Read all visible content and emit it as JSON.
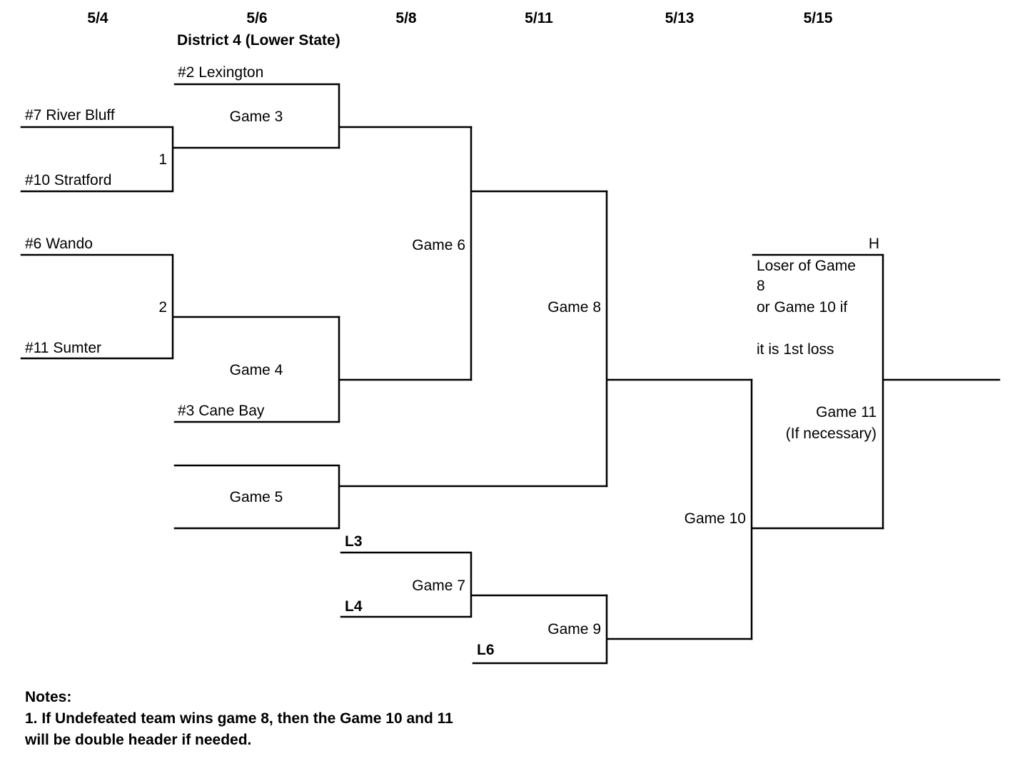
{
  "dates": [
    "5/4",
    "5/6",
    "5/8",
    "5/11",
    "5/13",
    "5/15"
  ],
  "subtitle": "District 4 (Lower State)",
  "teams": {
    "seed2": "#2 Lexington",
    "seed7": "#7 River Bluff",
    "seed10": "#10 Stratford",
    "seed6": "#6 Wando",
    "seed11": "#11 Sumter",
    "seed3": "#3 Cane Bay"
  },
  "games": {
    "g1": "1",
    "g2": "2",
    "g3": "Game 3",
    "g4": "Game 4",
    "g5": "Game 5",
    "g6": "Game 6",
    "g7": "Game 7",
    "g8": "Game 8",
    "g9": "Game 9",
    "g10": "Game 10",
    "g11": "Game 11",
    "g11_note": "(If necessary)"
  },
  "losers": {
    "l3": "L3",
    "l4": "L4",
    "l6": "L6"
  },
  "home_marker": "H",
  "game11_slot": [
    "Loser of Game",
    "8",
    "or Game 10 if",
    "it is 1st loss"
  ],
  "notes": {
    "heading": "Notes:",
    "line1": "1. If Undefeated team wins game 8, then the Game 10 and 11",
    "line2": "will be double header if needed."
  }
}
